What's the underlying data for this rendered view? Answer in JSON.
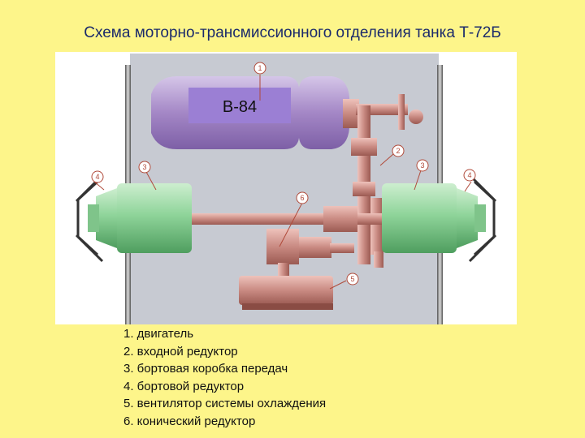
{
  "title": "Схема моторно-трансмиссионного отделения танка Т-72Б",
  "figure": {
    "engine_label": "В-84",
    "callouts": [
      "1",
      "2",
      "3",
      "3",
      "4",
      "4",
      "5",
      "6"
    ]
  },
  "legend": [
    "1. двигатель",
    "2. входной редуктор",
    "3. бортовая коробка передач",
    "4. бортовой редуктор",
    "5. вентилятор системы охлаждения",
    "6. конический редуктор"
  ],
  "colors": {
    "background": "#fdf58a",
    "title": "#1b2a6b",
    "engine": "#a083c0",
    "engine_label_box": "#9b7fd4",
    "gearbox": "#8fd49a",
    "transmission": "#c98a82",
    "hull": "#c7cad2"
  }
}
